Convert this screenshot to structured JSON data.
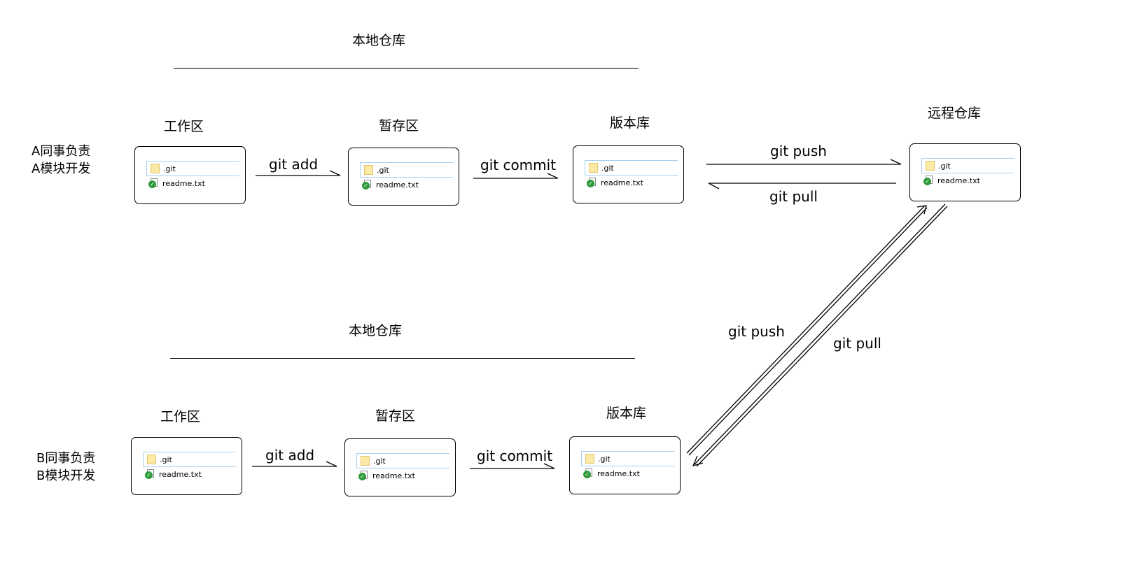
{
  "local_repo_a": {
    "title": "本地仓库"
  },
  "local_repo_b": {
    "title": "本地仓库"
  },
  "owner_a": {
    "line1": "A同事负责",
    "line2": "A模块开发"
  },
  "owner_b": {
    "line1": "B同事负责",
    "line2": "B模块开发"
  },
  "stages": {
    "work": "工作区",
    "stage": "暂存区",
    "repo": "版本库",
    "remote": "远程仓库"
  },
  "files": {
    "git_dir": ".git",
    "readme": "readme.txt"
  },
  "commands": {
    "add": "git add",
    "commit": "git commit",
    "push": "git push",
    "pull": "git pull"
  }
}
